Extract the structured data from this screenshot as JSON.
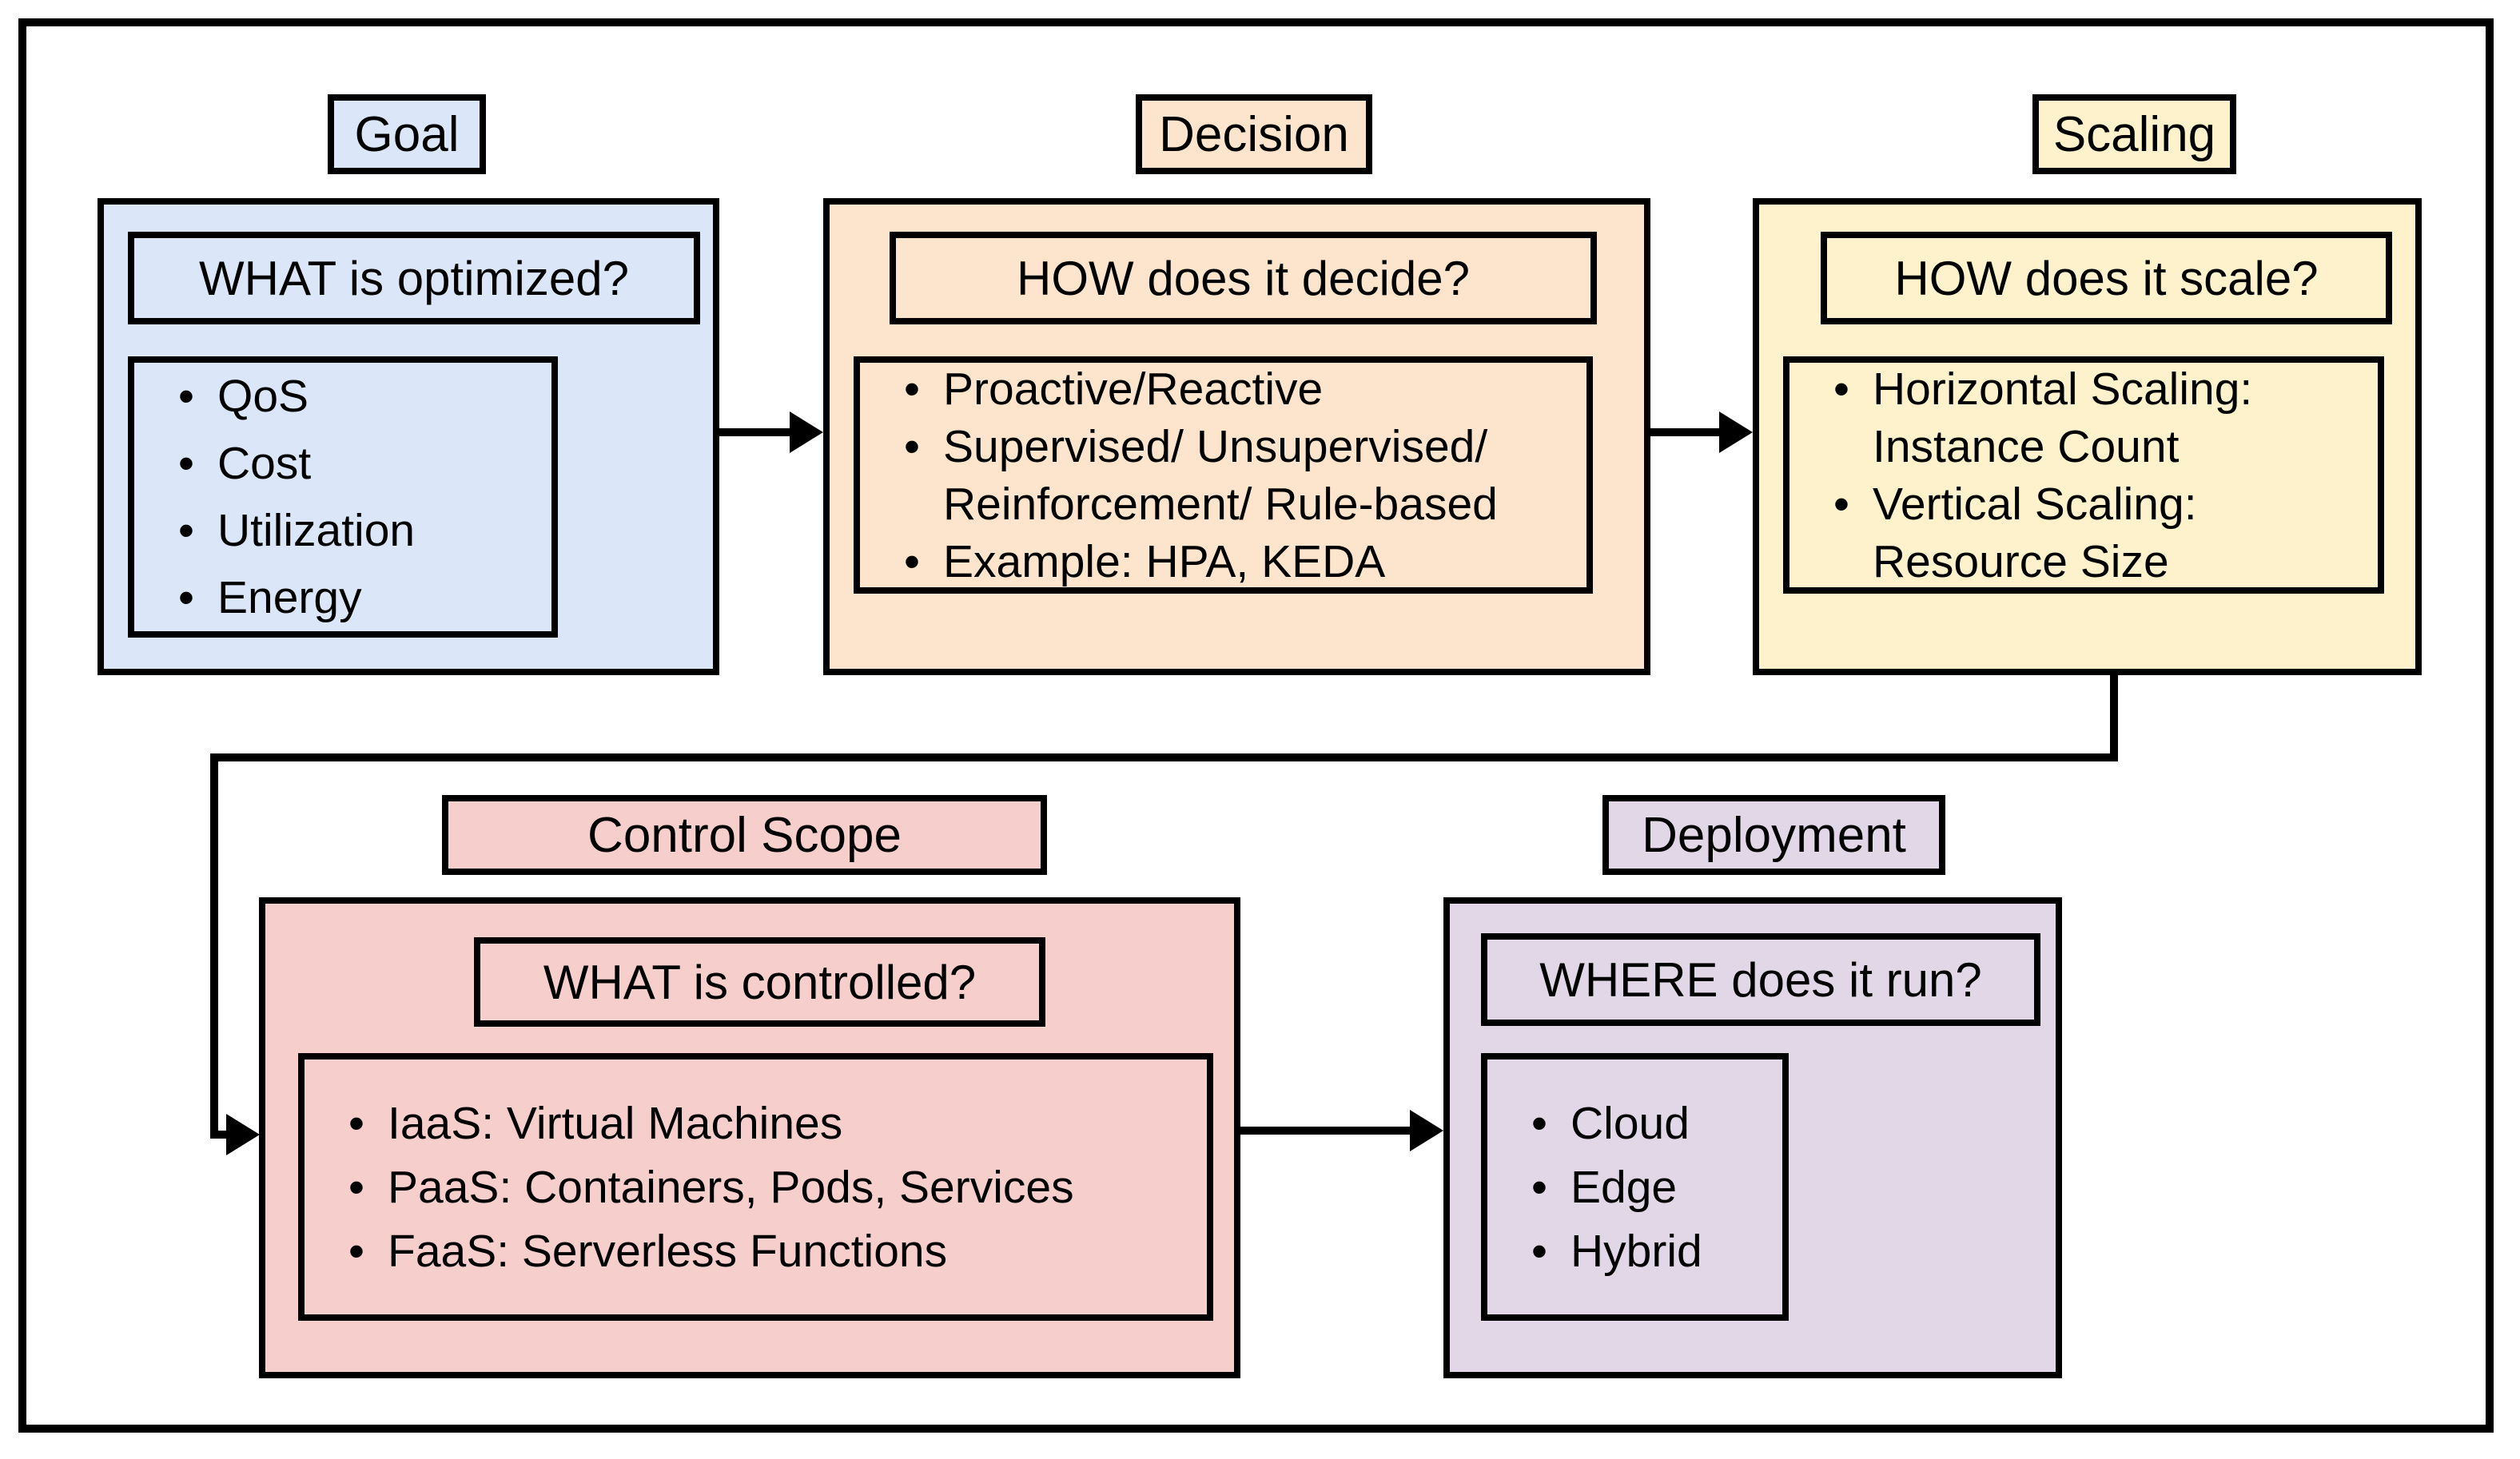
{
  "diagram": {
    "panels": [
      {
        "key": "goal",
        "label": "Goal",
        "question": "WHAT is optimized?",
        "fill": "#dbe7f8",
        "items": [
          [
            "QoS"
          ],
          [
            "Cost"
          ],
          [
            "Utilization"
          ],
          [
            "Energy"
          ]
        ]
      },
      {
        "key": "decision",
        "label": "Decision",
        "question": "HOW does it decide?",
        "fill": "#fde5cd",
        "items": [
          [
            "Proactive/Reactive"
          ],
          [
            "Supervised/ Unsupervised/",
            "Reinforcement/ Rule-based"
          ],
          [
            "Example: HPA, KEDA"
          ]
        ]
      },
      {
        "key": "scaling",
        "label": "Scaling",
        "question": "HOW does it scale?",
        "fill": "#fdf2cc",
        "items": [
          [
            "Horizontal Scaling:",
            "Instance Count"
          ],
          [
            "Vertical Scaling:",
            "Resource Size"
          ]
        ]
      },
      {
        "key": "control-scope",
        "label": "Control Scope",
        "question": "WHAT is controlled?",
        "fill": "#f6cecb",
        "items": [
          [
            "IaaS: Virtual Machines"
          ],
          [
            "PaaS: Containers, Pods, Services"
          ],
          [
            "FaaS: Serverless Functions"
          ]
        ]
      },
      {
        "key": "deployment",
        "label": "Deployment",
        "question": "WHERE does it run?",
        "fill": "#e2d7e6",
        "items": [
          [
            "Cloud"
          ],
          [
            "Edge"
          ],
          [
            "Hybrid"
          ]
        ]
      }
    ],
    "colors": {
      "border": "#000000",
      "background": "#ffffff",
      "goal_fill": "#dbe7f8",
      "decision_fill": "#fde5cd",
      "scaling_fill": "#fdf2cc",
      "control_scope_fill": "#f6cecb",
      "deployment_fill": "#e2d7e6"
    }
  }
}
